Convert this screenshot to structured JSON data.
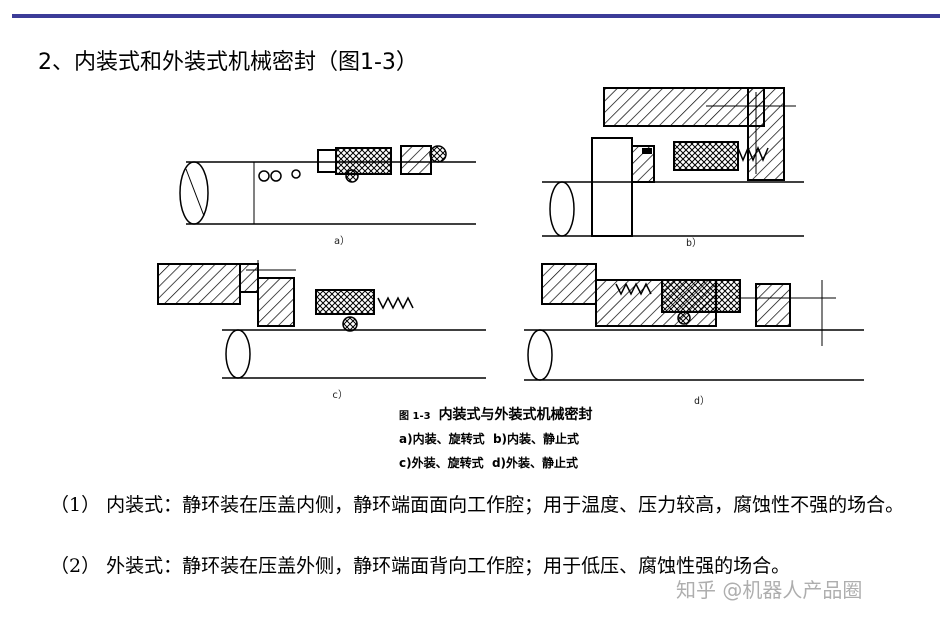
{
  "page": {
    "title": "2、内装式和外装式机械密封（图1-3）"
  },
  "figure": {
    "sublabels": [
      "a）",
      "b）",
      "c）",
      "d）"
    ],
    "caption_number": "图 1-3",
    "caption_title": "内装式与外装式机械密封",
    "caption_lines": [
      "a)内装、旋转式  b)内装、静止式",
      "c)外装、旋转式  d)外装、静止式"
    ]
  },
  "paragraphs": [
    "（1） 内装式：静环装在压盖内侧，静环端面面向工作腔；用于温度、压力较高，腐蚀性不强的场合。",
    "（2） 外装式：静环装在压盖外侧，静环端面背向工作腔；用于低压、腐蚀性强的场合。"
  ],
  "watermark": "知乎 @机器人产品圈",
  "colors": {
    "rule": "#3c3c98",
    "text": "#000000",
    "watermark": "#9a9a9a"
  }
}
